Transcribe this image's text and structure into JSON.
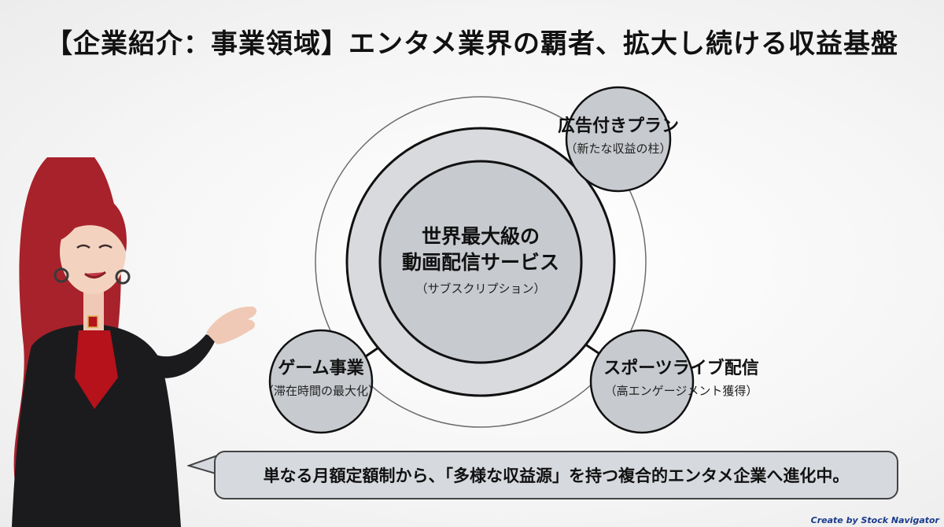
{
  "title": "【企業紹介：事業領域】エンタメ業界の覇者、拡大し続ける収益基盤",
  "core": {
    "line1": "世界最大級の",
    "line2": "動画配信サービス",
    "sub": "（サブスクリプション）"
  },
  "satellites": {
    "ads": {
      "label": "広告付きプラン",
      "sub": "（新たな収益の柱）"
    },
    "games": {
      "label": "ゲーム事業",
      "sub": "（滞在時間の最大化）"
    },
    "sports": {
      "label": "スポーツライブ配信",
      "sub": "（高エンゲージメント獲得）"
    }
  },
  "speech": "単なる月額定額制から、「多様な収益源」を持つ複合的エンタメ企業へ進化中。",
  "credit": "Create by Stock Navigator",
  "colors": {
    "circle_fill": "#c7cacf",
    "inner_fill": "#d9dadd",
    "line": "#111111",
    "hair": "#a8222b",
    "suit": "#1b1b1e",
    "blouse": "#b5121b"
  }
}
